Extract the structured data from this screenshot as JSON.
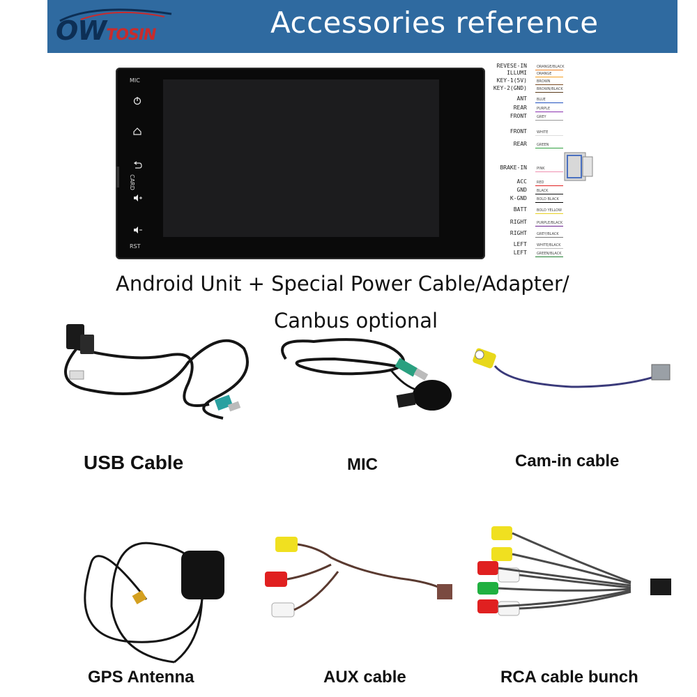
{
  "header": {
    "logo_main": "OW",
    "logo_accent": "TOSIN",
    "title": "Accessories reference"
  },
  "head_unit": {
    "labels": {
      "mic": "MIC",
      "card": "CARD",
      "rst": "RST"
    },
    "buttons": [
      "power-icon",
      "home-icon",
      "back-icon",
      "volume-up-icon",
      "volume-down-icon"
    ]
  },
  "wiring": [
    {
      "label": "REVESE-IN",
      "color": "ORANGE/BLACK",
      "hex": "#f08020"
    },
    {
      "label": "ILLUMI",
      "color": "ORANGE",
      "hex": "#f5a020"
    },
    {
      "label": "KEY-1(5V)",
      "color": "BROWN",
      "hex": "#7a4a20"
    },
    {
      "label": "KEY-2(GND)",
      "color": "BROWN/BLACK",
      "hex": "#5a3a1a"
    },
    {
      "label": "ANT",
      "color": "BLUE",
      "hex": "#2050c0"
    },
    {
      "label": "REAR",
      "color": "PURPLE",
      "hex": "#8a30b0"
    },
    {
      "label": "FRONT",
      "color": "GREY",
      "hex": "#9a9a9a"
    },
    {
      "label": "FRONT",
      "color": "WHITE",
      "hex": "#dddddd"
    },
    {
      "label": "REAR",
      "color": "GREEN",
      "hex": "#30a040"
    },
    {
      "label": "BRAKE-IN",
      "color": "PINK",
      "hex": "#f090b0"
    },
    {
      "label": "ACC",
      "color": "RED",
      "hex": "#e02020"
    },
    {
      "label": "GND",
      "color": "BLACK",
      "hex": "#111111"
    },
    {
      "label": "K-GND",
      "color": "BOLD BLACK",
      "hex": "#000000"
    },
    {
      "label": "BATT",
      "color": "BOLD YELLOW",
      "hex": "#e8d020"
    },
    {
      "label": "RIGHT",
      "color": "PURPLE/BLACK",
      "hex": "#6a2090"
    },
    {
      "label": "RIGHT",
      "color": "GREY/BLACK",
      "hex": "#777777"
    },
    {
      "label": "LEFT",
      "color": "WHITE/BLACK",
      "hex": "#bbbbbb"
    },
    {
      "label": "LEFT",
      "color": "GREEN/BLACK",
      "hex": "#208030"
    }
  ],
  "main_caption_line1": "Android Unit + Special Power Cable/Adapter/",
  "main_caption_line2": "Canbus optional",
  "accessories": [
    {
      "name": "USB Cable",
      "icon": "usb-cable-icon"
    },
    {
      "name": "MIC",
      "icon": "microphone-icon"
    },
    {
      "name": "Cam-in cable",
      "icon": "camera-cable-icon"
    },
    {
      "name": "GPS Antenna",
      "icon": "gps-antenna-icon"
    },
    {
      "name": "AUX cable",
      "icon": "aux-cable-icon"
    },
    {
      "name": "RCA cable bunch",
      "icon": "rca-bundle-icon"
    }
  ]
}
